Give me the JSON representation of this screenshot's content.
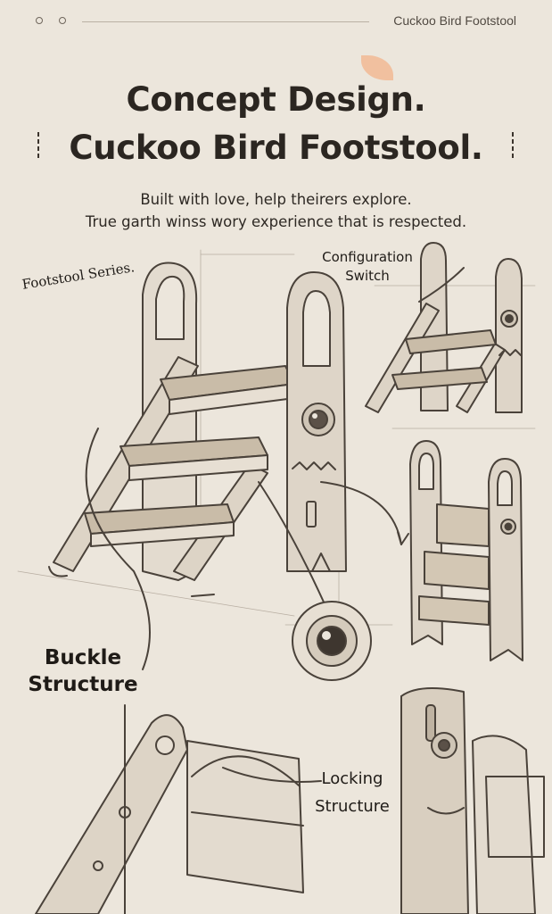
{
  "header": {
    "brand": "Cuckoo Bird Footstool"
  },
  "hero": {
    "title_line1": "Concept Design.",
    "title_line2": "Cuckoo Bird Footstool.",
    "subtitle_line1": "Built with love, help theirers explore.",
    "subtitle_line2": "True garth winss wory experience that is respected."
  },
  "labels": {
    "series": "Footstool Series.",
    "config_line1": "Configuration",
    "config_line2": "Switch",
    "buckle_line1": "Buckle",
    "buckle_line2": "Structure",
    "locking_line1": "Locking",
    "locking_line2": "Structure"
  },
  "colors": {
    "background": "#ece6dc",
    "ink": "#2b2621",
    "sketch": "#4a423a",
    "accent_leaf": "#f2b894"
  },
  "icons": [
    "window-dot-icon",
    "leaf-icon",
    "divider-bars-icon"
  ]
}
